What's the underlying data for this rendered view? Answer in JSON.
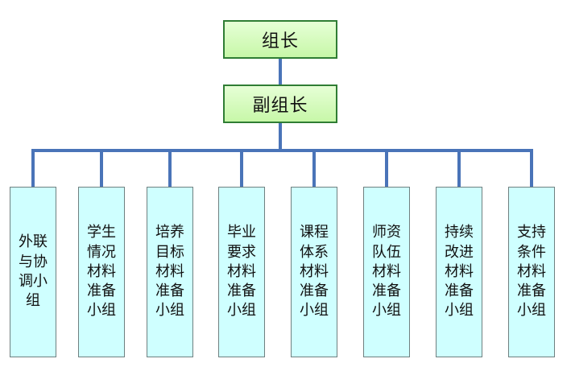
{
  "diagram": {
    "leader": "组长",
    "deputy": "副组长",
    "groups": [
      "外联与协调小组",
      "学生情况材料准备小组",
      "培养目标材料准备小组",
      "毕业要求材料准备小组",
      "课程体系材料准备小组",
      "师资队伍材料准备小组",
      "持续改进材料准备小组",
      "支持条件材料准备小组"
    ]
  },
  "colors": {
    "connector": "#4a74b8",
    "top_border": "#2f7d34",
    "top_fill": "#c7f7a8",
    "group_fill": "#cfffff",
    "group_border": "#6f8080"
  }
}
